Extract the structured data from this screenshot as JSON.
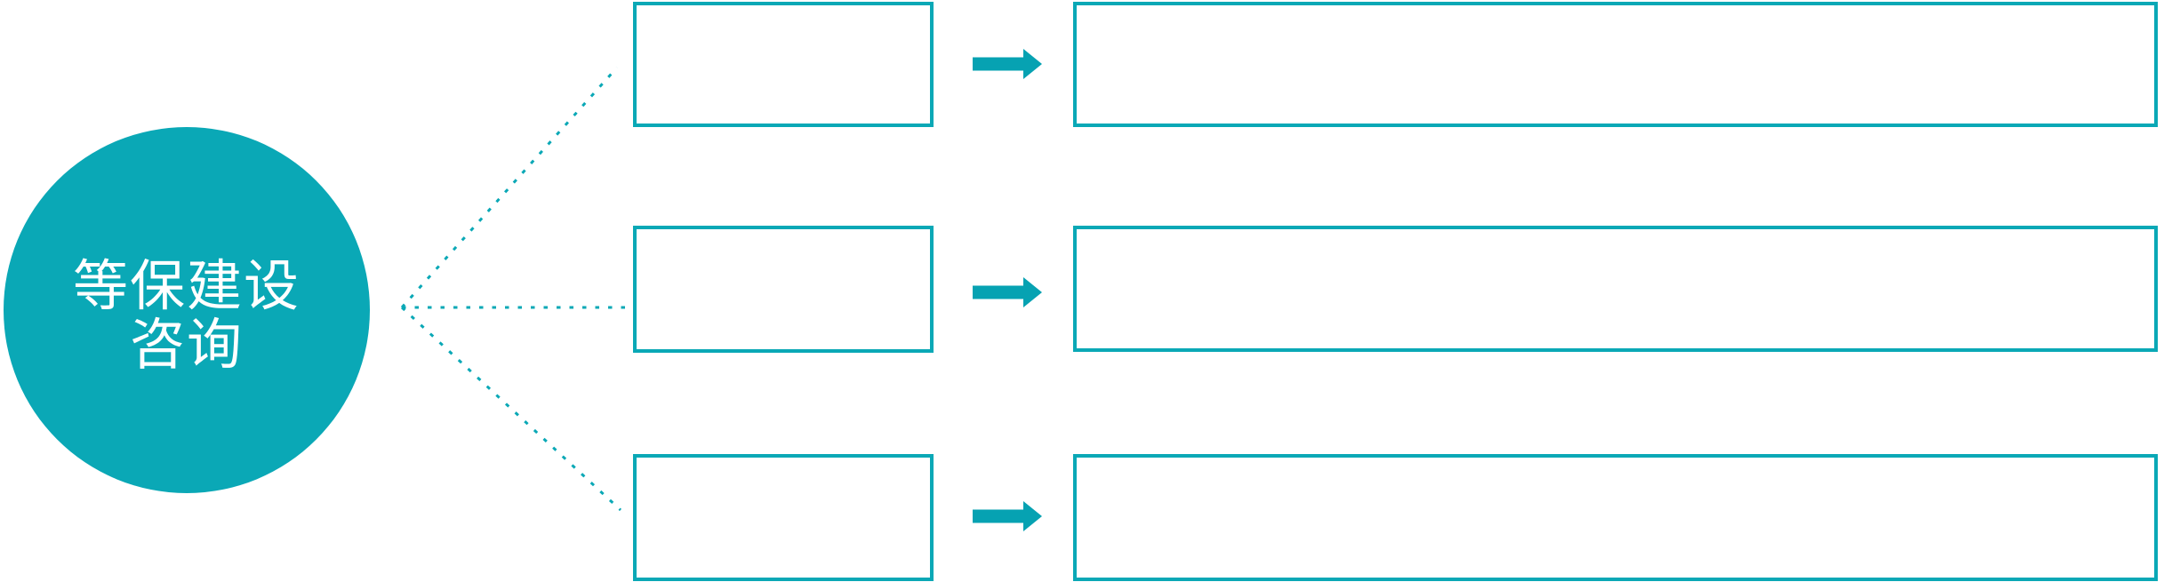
{
  "colors": {
    "teal": "#0aa8b6",
    "teal_dark": "#06a2b2",
    "white": "#ffffff"
  },
  "diagram": {
    "type": "fan-out diagram: one circular root node branching via dotted lines to three rows, each row = small box, solid right arrow, large box",
    "circle": {
      "label_full": "等保建设咨询",
      "label_line1": "等保建设",
      "label_line2": "咨询"
    },
    "rows": [
      {
        "small_box_text": "",
        "large_box_text": ""
      },
      {
        "small_box_text": "",
        "large_box_text": ""
      },
      {
        "small_box_text": "",
        "large_box_text": ""
      }
    ]
  }
}
